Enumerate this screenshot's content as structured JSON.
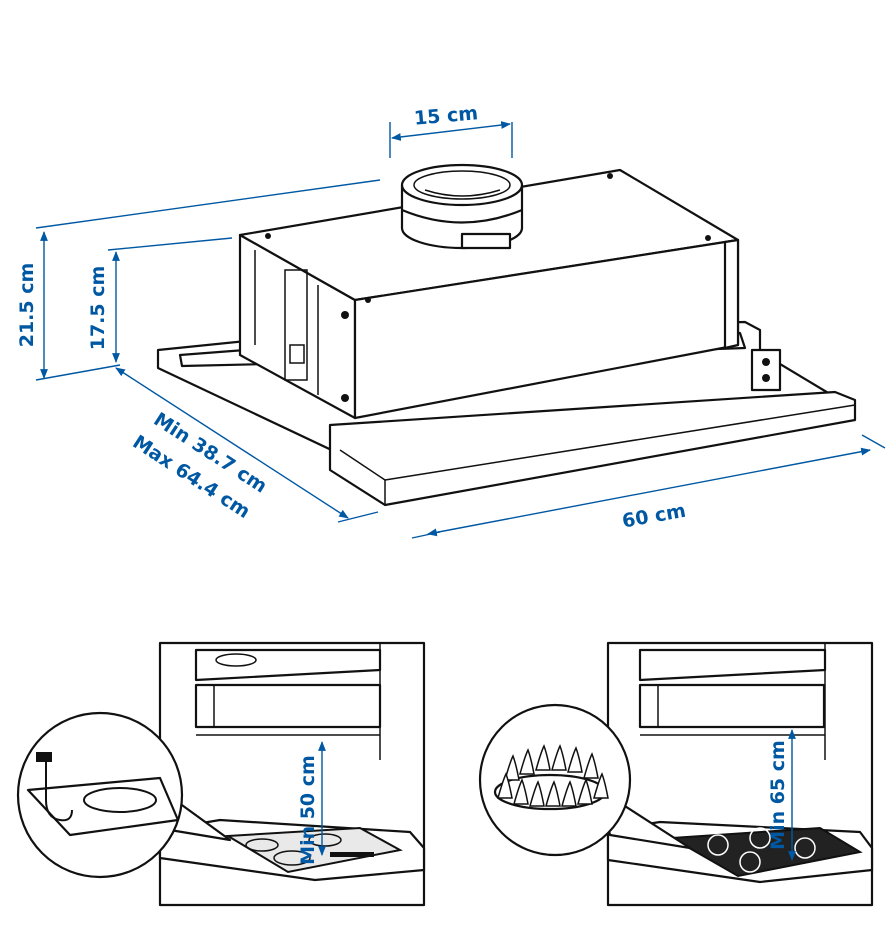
{
  "dimensions": {
    "duct": "15 cm",
    "total_height": "21.5 cm",
    "body_height": "17.5 cm",
    "depth_min": "Min 38.7 cm",
    "depth_max": "Max 64.4 cm",
    "width": "60 cm"
  },
  "installation": {
    "electric": {
      "label": "Min 50 cm"
    },
    "gas": {
      "label": "Min 65 cm"
    }
  },
  "colors": {
    "dimension": "#0058a3",
    "ink": "#111111"
  }
}
